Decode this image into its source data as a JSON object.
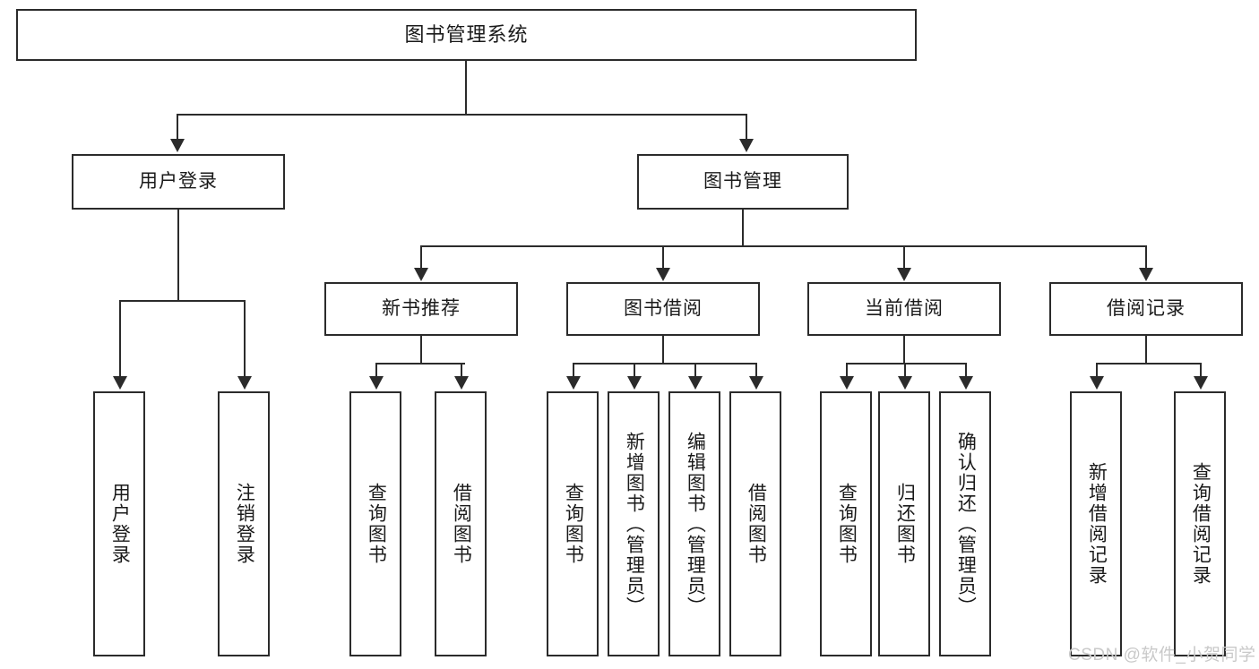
{
  "diagram": {
    "type": "tree-hierarchy",
    "title": "图书管理系统",
    "watermark": "CSDN @软件_小贺同学",
    "colors": {
      "stroke": "#2b2b2b",
      "fill": "#ffffff",
      "text": "#1a1a1a",
      "watermark": "#c9c9c9"
    },
    "nodes": {
      "root": "图书管理系统",
      "level1": [
        "用户登录",
        "图书管理"
      ],
      "level2": [
        "新书推荐",
        "图书借阅",
        "当前借阅",
        "借阅记录"
      ],
      "leaves_user_login": [
        "用户登录",
        "注销登录"
      ],
      "leaves_new_books": [
        "查询图书",
        "借阅图书"
      ],
      "leaves_borrow": [
        "查询图书",
        "新增图书（管理员）",
        "编辑图书（管理员）",
        "借阅图书"
      ],
      "leaves_current": [
        "查询图书",
        "归还图书",
        "确认归还（管理员）"
      ],
      "leaves_records": [
        "新增借阅记录",
        "查询借阅记录"
      ]
    }
  }
}
